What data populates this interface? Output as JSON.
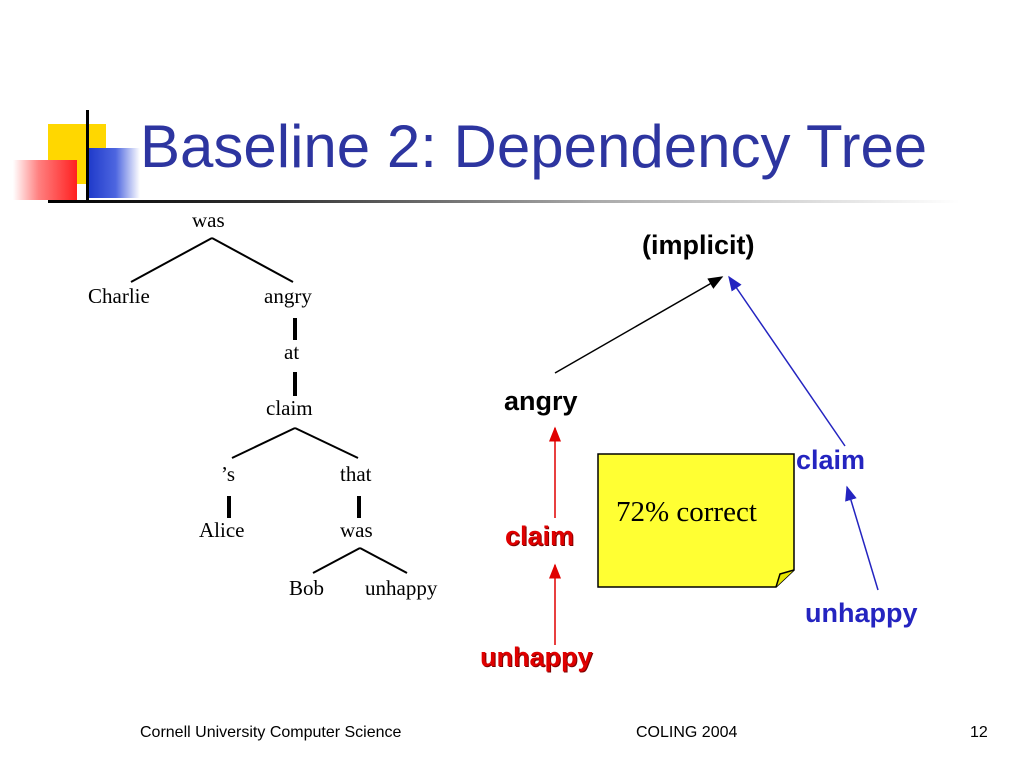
{
  "title": "Baseline 2: Dependency Tree",
  "tree": {
    "root": "was",
    "charlie": "Charlie",
    "angry": "angry",
    "at": "at",
    "claim": "claim",
    "poss": "’s",
    "that": "that",
    "alice": "Alice",
    "was2": "was",
    "bob": "Bob",
    "unhappy": "unhappy"
  },
  "right_graph": {
    "implicit": "(implicit)",
    "angry": "angry",
    "claim_red": "claim",
    "unhappy_red": "unhappy",
    "claim_blue": "claim",
    "unhappy_blue": "unhappy",
    "note": "72% correct"
  },
  "colors": {
    "title": "#2d35a0",
    "red": "#e00000",
    "blue": "#2424c0",
    "note_fill": "#ffff33"
  },
  "footer": {
    "left": "Cornell University Computer Science",
    "center": "COLING 2004",
    "page": "12"
  }
}
